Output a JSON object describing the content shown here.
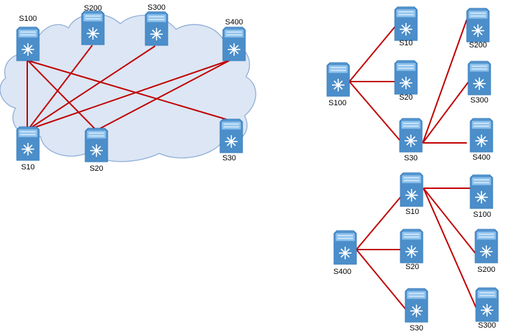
{
  "colors": {
    "link": "#c00000",
    "cloud_fill": "#dce6f4",
    "cloud_stroke": "#8eaed6",
    "switch_body": "#5b9bd5",
    "switch_dark": "#2e75b6",
    "switch_light": "#8fc3ee"
  },
  "icon": "switch-icon",
  "diagrams": [
    {
      "id": "full-mesh",
      "has_cloud": true,
      "nodes": [
        {
          "id": "S100",
          "label": "S100"
        },
        {
          "id": "S200",
          "label": "S200"
        },
        {
          "id": "S300",
          "label": "S300"
        },
        {
          "id": "S400",
          "label": "S400"
        },
        {
          "id": "S10",
          "label": "S10"
        },
        {
          "id": "S20",
          "label": "S20"
        },
        {
          "id": "S30",
          "label": "S30"
        }
      ],
      "links": [
        [
          "S100",
          "S10"
        ],
        [
          "S100",
          "S20"
        ],
        [
          "S100",
          "S30"
        ],
        [
          "S200",
          "S10"
        ],
        [
          "S300",
          "S10"
        ],
        [
          "S400",
          "S10"
        ],
        [
          "S400",
          "S20"
        ]
      ]
    },
    {
      "id": "s30-hub",
      "has_cloud": false,
      "nodes": [
        {
          "id": "S100",
          "label": "S100"
        },
        {
          "id": "S10",
          "label": "S10"
        },
        {
          "id": "S20",
          "label": "S20"
        },
        {
          "id": "S30",
          "label": "S30"
        },
        {
          "id": "S200",
          "label": "S200"
        },
        {
          "id": "S300",
          "label": "S300"
        },
        {
          "id": "S400",
          "label": "S400"
        }
      ],
      "links": [
        [
          "S100",
          "S10"
        ],
        [
          "S100",
          "S20"
        ],
        [
          "S100",
          "S30"
        ],
        [
          "S30",
          "S200"
        ],
        [
          "S30",
          "S300"
        ],
        [
          "S30",
          "S400"
        ]
      ]
    },
    {
      "id": "s10-hub",
      "has_cloud": false,
      "nodes": [
        {
          "id": "S400",
          "label": "S400"
        },
        {
          "id": "S10",
          "label": "S10"
        },
        {
          "id": "S20",
          "label": "S20"
        },
        {
          "id": "S30",
          "label": "S30"
        },
        {
          "id": "S100",
          "label": "S100"
        },
        {
          "id": "S200",
          "label": "S200"
        },
        {
          "id": "S300",
          "label": "S300"
        }
      ],
      "links": [
        [
          "S400",
          "S10"
        ],
        [
          "S400",
          "S20"
        ],
        [
          "S400",
          "S30"
        ],
        [
          "S10",
          "S100"
        ],
        [
          "S10",
          "S200"
        ],
        [
          "S10",
          "S300"
        ]
      ]
    }
  ]
}
